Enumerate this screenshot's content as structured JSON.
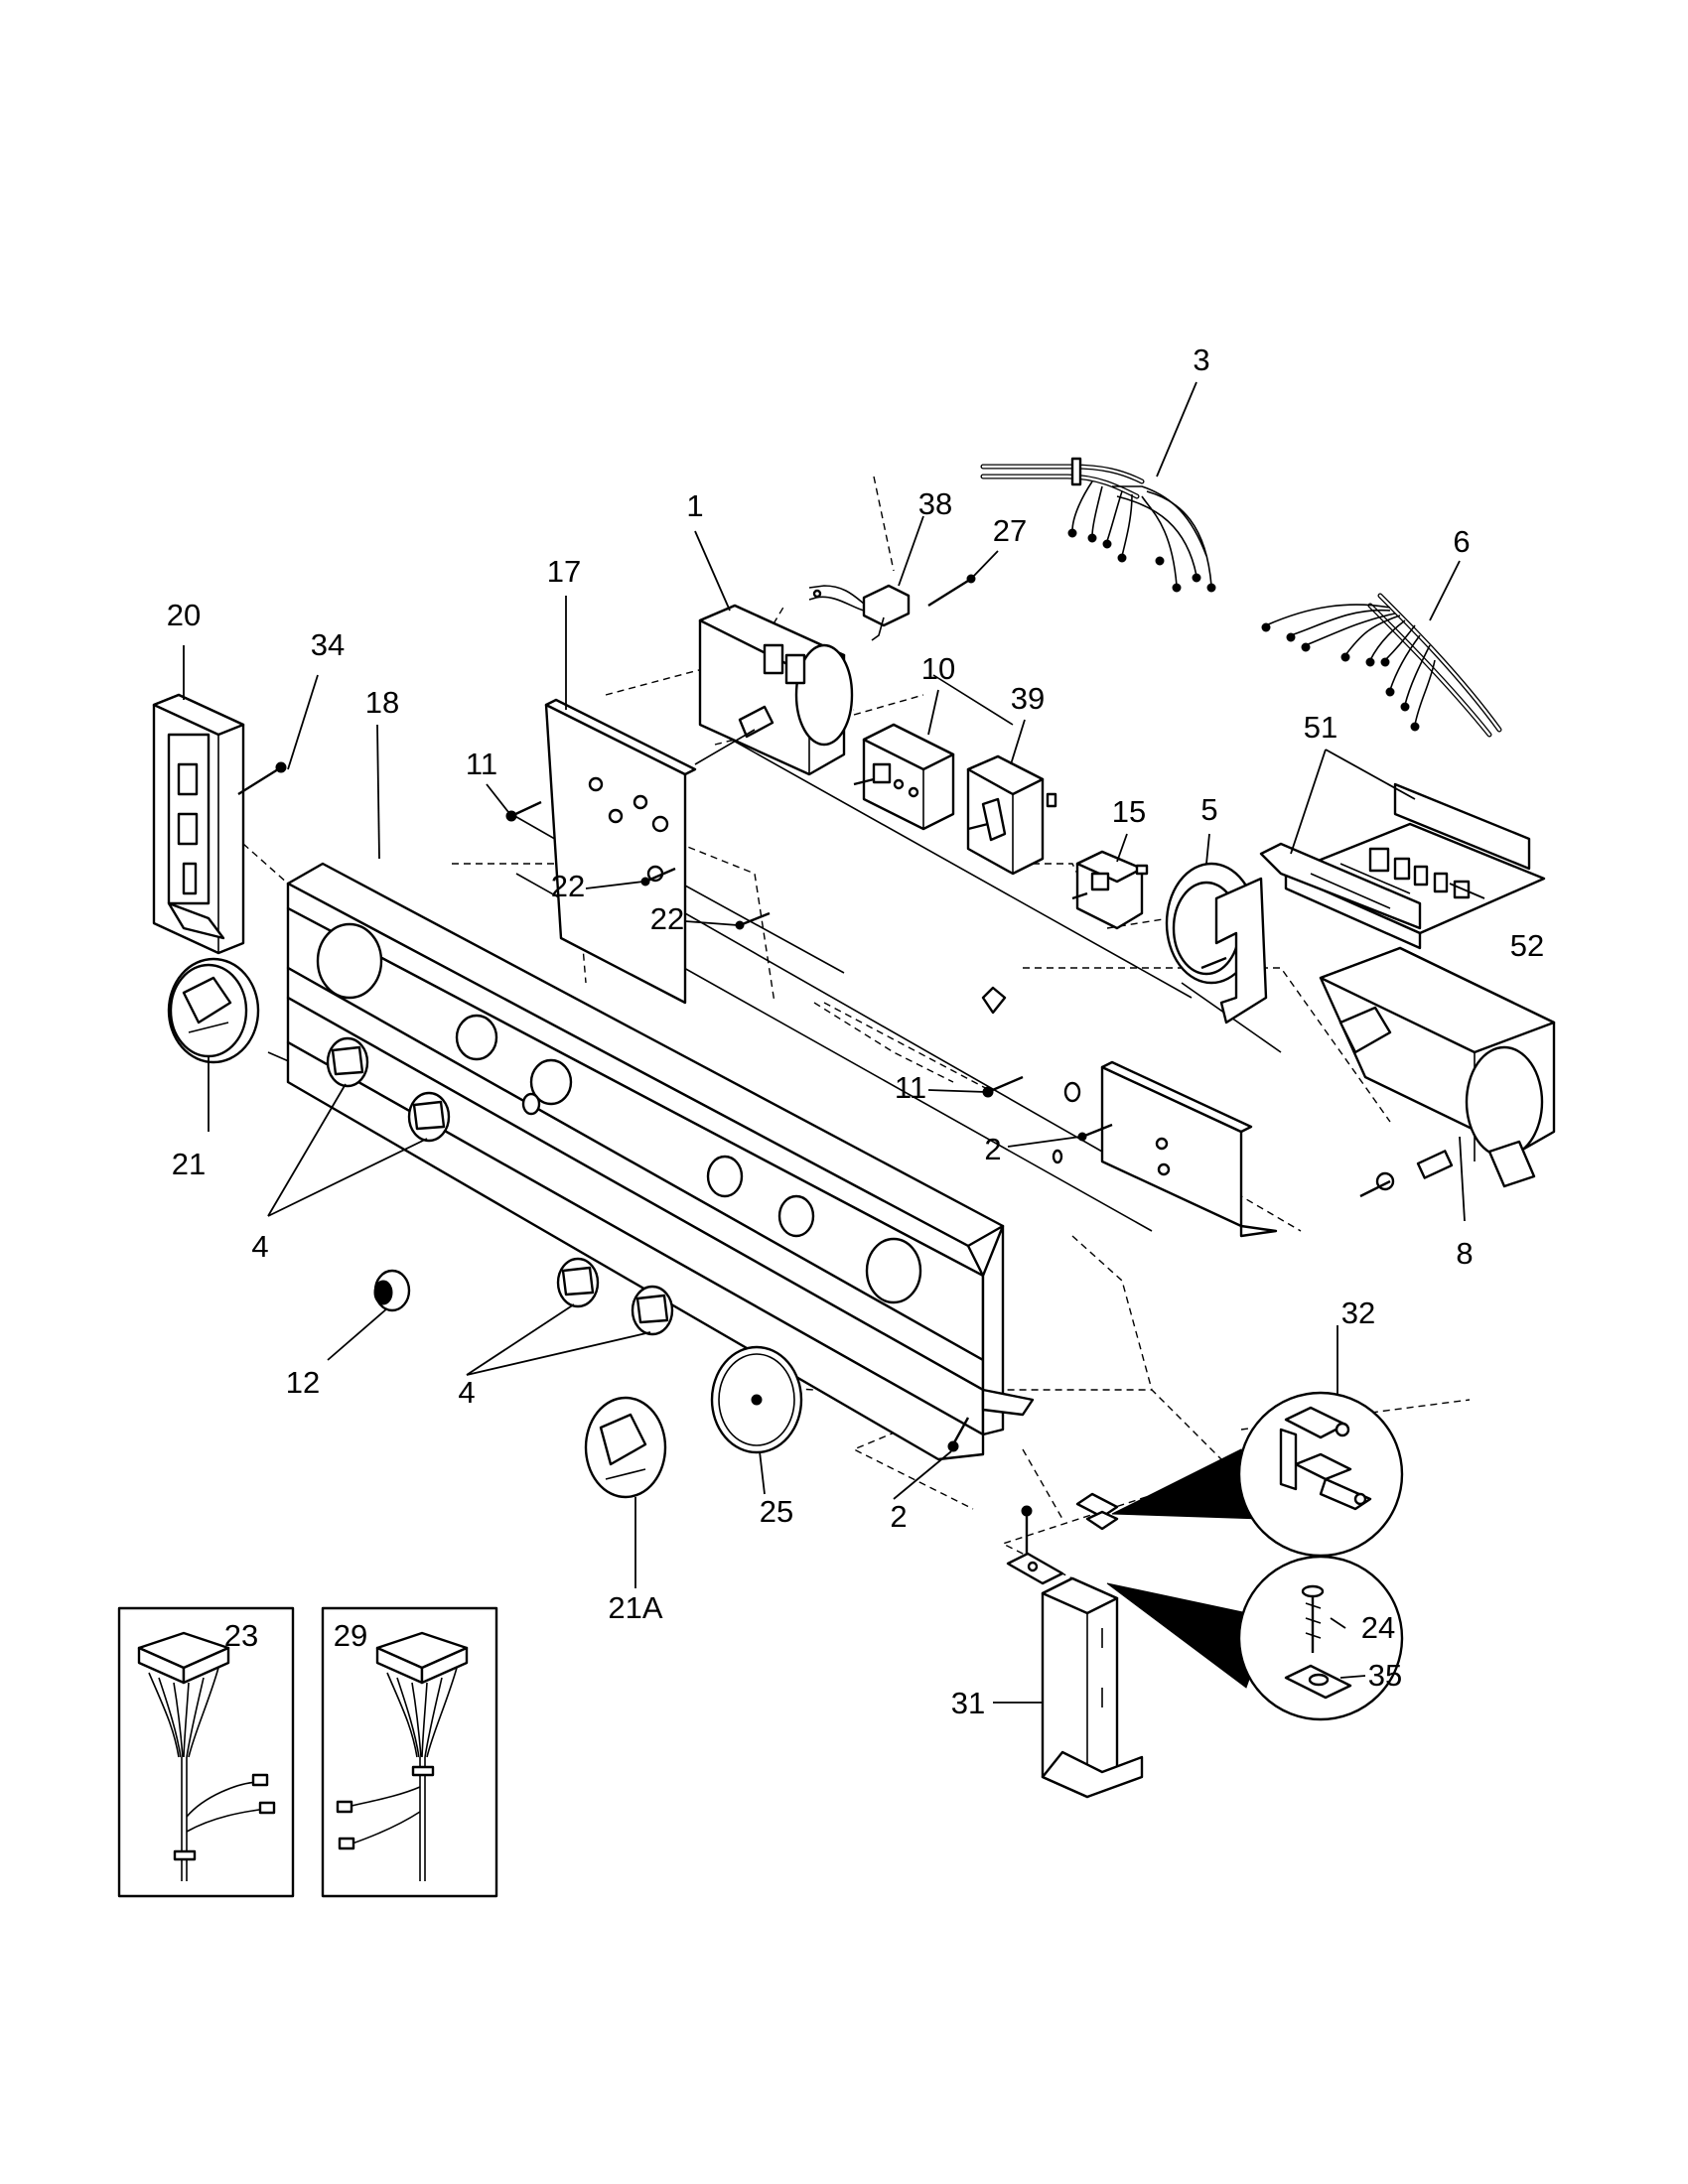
{
  "callouts": {
    "c1": "1",
    "c2a": "2",
    "c2b": "2",
    "c3": "3",
    "c4a": "4",
    "c4b": "4",
    "c5": "5",
    "c6": "6",
    "c8": "8",
    "c10": "10",
    "c11a": "11",
    "c11b": "11",
    "c12": "12",
    "c15": "15",
    "c17": "17",
    "c18": "18",
    "c20": "20",
    "c21": "21",
    "c21A": "21A",
    "c22a": "22",
    "c22b": "22",
    "c23": "23",
    "c24": "24",
    "c25": "25",
    "c27": "27",
    "c29": "29",
    "c31": "31",
    "c32": "32",
    "c34": "34",
    "c35": "35",
    "c38": "38",
    "c39": "39",
    "c51": "51",
    "c52": "52"
  }
}
